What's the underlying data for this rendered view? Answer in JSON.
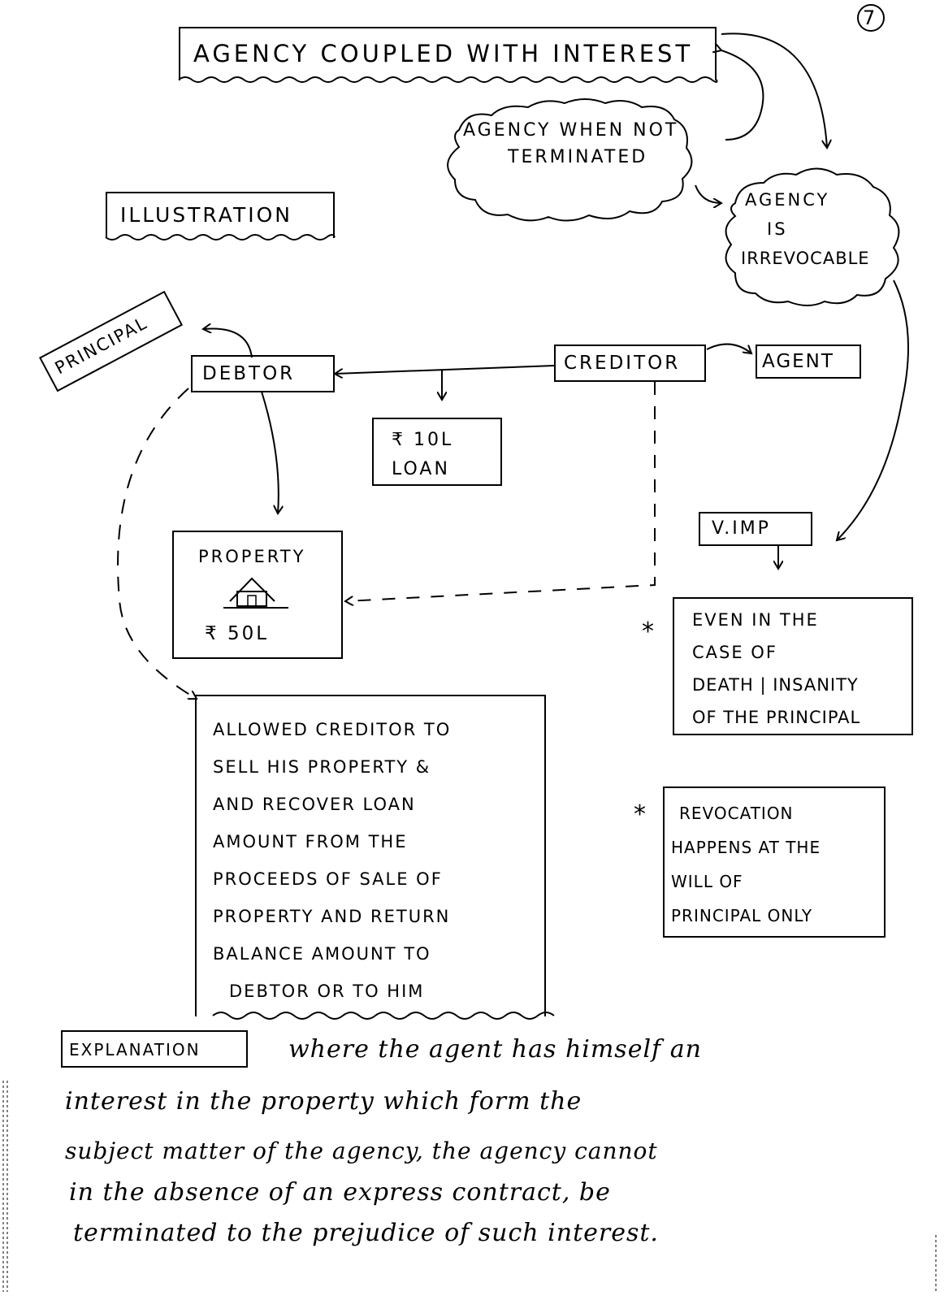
{
  "page_number": "7",
  "title": "AGENCY COUPLED WITH INTEREST",
  "cloud_not_terminated": [
    "AGENCY WHEN NOT",
    "TERMINATED"
  ],
  "cloud_irrevocable": [
    "AGENCY",
    "IS",
    "IRREVOCABLE"
  ],
  "illustration_label": "ILLUSTRATION",
  "principal_label": "PRINCIPAL",
  "debtor_label": "DEBTOR",
  "creditor_label": "CREDITOR",
  "agent_label": "AGENT",
  "loan_box": [
    "₹ 10L",
    "LOAN"
  ],
  "property_box": {
    "title": "PROPERTY",
    "value": "₹ 50L"
  },
  "vimp_label": "V.IMP",
  "star": "*",
  "even_box": [
    "EVEN IN THE",
    "CASE OF",
    "DEATH | INSANITY",
    "OF THE PRINCIPAL"
  ],
  "allowed_box": [
    "ALLOWED CREDITOR TO",
    "SELL HIS PROPERTY &",
    "AND RECOVER LOAN",
    "AMOUNT FROM THE",
    "PROCEEDS OF SALE OF",
    "PROPERTY AND RETURN",
    "BALANCE AMOUNT TO",
    "DEBTOR OR TO HIM"
  ],
  "revocation_box": [
    "REVOCATION",
    "HAPPENS AT THE",
    "WILL OF",
    "PRINCIPAL ONLY"
  ],
  "explanation_label": "EXPLANATION",
  "explanation_lines": [
    "where the agent has himself an",
    "interest in the property which form the",
    "subject matter of the agency, the agency cannot",
    "in the absence of an express contract, be",
    "terminated to the prejudice of such interest."
  ]
}
